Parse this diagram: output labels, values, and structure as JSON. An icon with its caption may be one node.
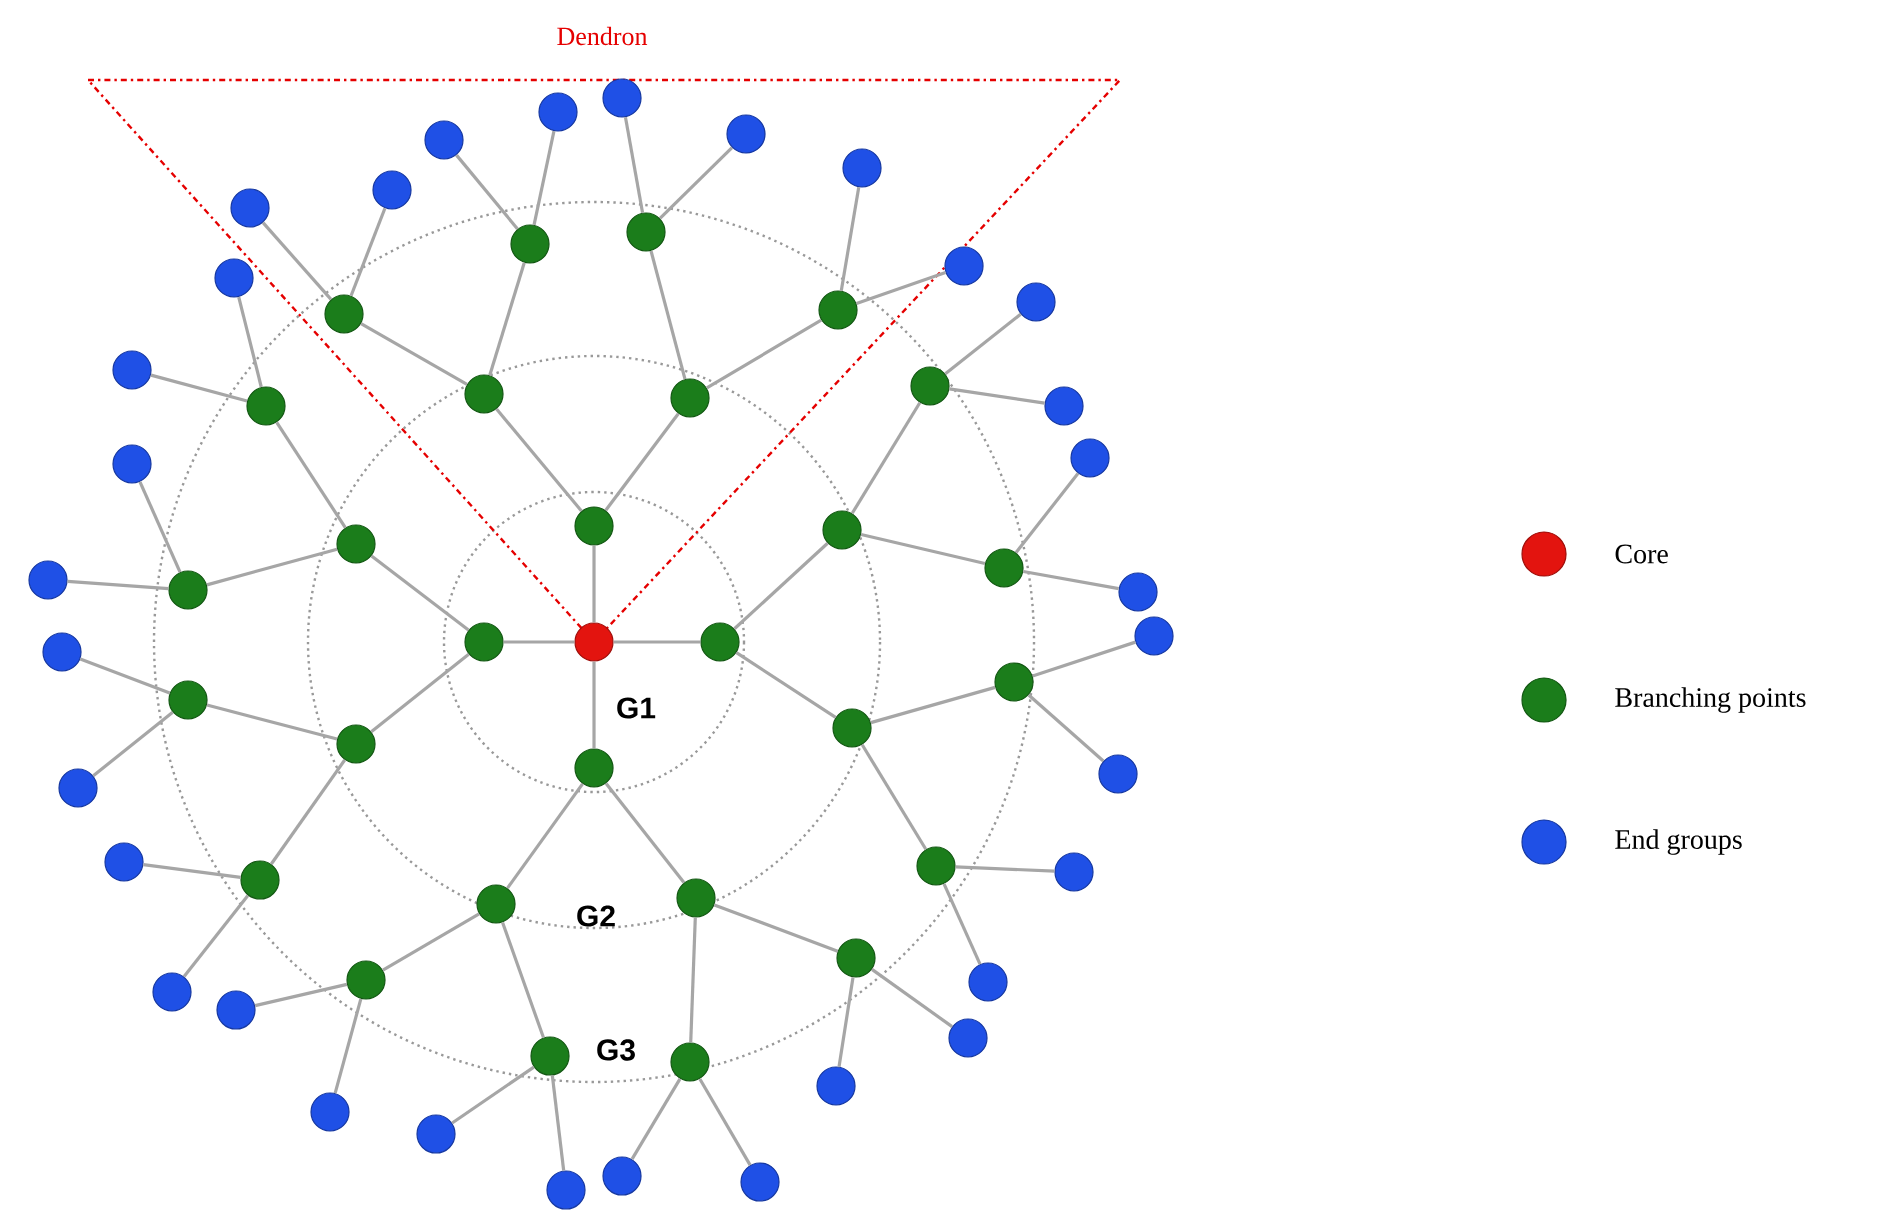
{
  "diagram": {
    "nodes": [
      {
        "text": [],
        "shape": "circle"
      },
      {
        "text": [],
        "shape": "circle"
      },
      {
        "text": [],
        "shape": "circle"
      },
      {
        "text": [],
        "shape": "circle"
      },
      {
        "text": [],
        "shape": "circle"
      },
      {
        "text": [],
        "shape": "circle"
      },
      {
        "text": [],
        "shape": "circle"
      },
      {
        "text": [],
        "shape": "circle"
      },
      {
        "text": [],
        "shape": "circle"
      },
      {
        "text": [],
        "shape": "circle"
      },
      {
        "text": [],
        "shape": "circle"
      },
      {
        "text": [],
        "shape": "circle"
      },
      {
        "text": [],
        "shape": "circle"
      },
      {
        "text": [],
        "shape": "circle"
      },
      {
        "text": [],
        "shape": "circle"
      },
      {
        "text": [],
        "shape": "circle"
      },
      {
        "text": [],
        "shape": "circle"
      },
      {
        "text": [],
        "shape": "circle"
      },
      {
        "text": [],
        "shape": "circle"
      },
      {
        "text": [],
        "shape": "circle"
      },
      {
        "text": [],
        "shape": "circle"
      },
      {
        "text": [],
        "shape": "circle"
      },
      {
        "text": [],
        "shape": "circle"
      },
      {
        "text": [],
        "shape": "circle"
      },
      {
        "text": [],
        "shape": "circle"
      },
      {
        "text": [],
        "shape": "circle"
      },
      {
        "text": [],
        "shape": "circle"
      },
      {
        "text": [],
        "shape": "circle"
      },
      {
        "text": [],
        "shape": "circle"
      },
      {
        "text": [],
        "shape": "circle"
      },
      {
        "text": [],
        "shape": "circle"
      },
      {
        "text": [],
        "shape": "circle"
      },
      {
        "text": [],
        "shape": "circle"
      },
      {
        "text": [],
        "shape": "circle"
      },
      {
        "text": [],
        "shape": "circle"
      },
      {
        "text": [],
        "shape": "circle"
      },
      {
        "text": [],
        "shape": "circle"
      },
      {
        "text": [],
        "shape": "circle"
      },
      {
        "text": [],
        "shape": "circle"
      },
      {
        "text": [],
        "shape": "circle"
      },
      {
        "text": [],
        "shape": "circle"
      },
      {
        "text": [],
        "shape": "circle"
      },
      {
        "text": [],
        "shape": "circle"
      },
      {
        "text": [],
        "shape": "circle"
      },
      {
        "text": [],
        "shape": "circle"
      },
      {
        "text": [],
        "shape": "circle"
      },
      {
        "text": [],
        "shape": "circle"
      },
      {
        "text": [],
        "shape": "circle"
      },
      {
        "text": [],
        "shape": "circle"
      },
      {
        "text": [],
        "shape": "circle"
      },
      {
        "text": [],
        "shape": "circle"
      },
      {
        "text": [],
        "shape": "circle"
      },
      {
        "text": [],
        "shape": "circle"
      },
      {
        "text": [],
        "shape": "circle"
      },
      {
        "text": [],
        "shape": "circle"
      },
      {
        "text": [],
        "shape": "circle"
      },
      {
        "text": [],
        "shape": "circle"
      },
      {
        "text": [],
        "shape": "circle"
      },
      {
        "text": [],
        "shape": "circle"
      },
      {
        "text": [],
        "shape": "circle"
      },
      {
        "text": [],
        "shape": "circle"
      }
    ],
    "edges": [
      {
        "from": 0,
        "to": 1,
        "arrow": "none"
      },
      {
        "from": 0,
        "to": 2,
        "arrow": "none"
      },
      {
        "from": 0,
        "to": 3,
        "arrow": "none"
      },
      {
        "from": 0,
        "to": 4,
        "arrow": "none"
      },
      {
        "from": 1,
        "to": 5,
        "arrow": "none"
      },
      {
        "from": 1,
        "to": 6,
        "arrow": "none"
      },
      {
        "from": 2,
        "to": 7,
        "arrow": "none"
      },
      {
        "from": 2,
        "to": 8,
        "arrow": "none"
      },
      {
        "from": 3,
        "to": 9,
        "arrow": "none"
      },
      {
        "from": 3,
        "to": 10,
        "arrow": "none"
      },
      {
        "from": 4,
        "to": 11,
        "arrow": "none"
      },
      {
        "from": 4,
        "to": 12,
        "arrow": "none"
      },
      {
        "from": 5,
        "to": 13,
        "arrow": "none"
      },
      {
        "from": 5,
        "to": 14,
        "arrow": "none"
      },
      {
        "from": 6,
        "to": 15,
        "arrow": "none"
      },
      {
        "from": 6,
        "to": 16,
        "arrow": "none"
      },
      {
        "from": 7,
        "to": 17,
        "arrow": "none"
      },
      {
        "from": 7,
        "to": 18,
        "arrow": "none"
      },
      {
        "from": 8,
        "to": 19,
        "arrow": "none"
      },
      {
        "from": 8,
        "to": 20,
        "arrow": "none"
      },
      {
        "from": 9,
        "to": 21,
        "arrow": "none"
      },
      {
        "from": 9,
        "to": 22,
        "arrow": "none"
      },
      {
        "from": 10,
        "to": 23,
        "arrow": "none"
      },
      {
        "from": 10,
        "to": 24,
        "arrow": "none"
      },
      {
        "from": 11,
        "to": 25,
        "arrow": "none"
      },
      {
        "from": 11,
        "to": 26,
        "arrow": "none"
      },
      {
        "from": 12,
        "to": 27,
        "arrow": "none"
      },
      {
        "from": 12,
        "to": 28,
        "arrow": "none"
      },
      {
        "from": 13,
        "to": 29,
        "arrow": "none"
      },
      {
        "from": 13,
        "to": 30,
        "arrow": "none"
      },
      {
        "from": 14,
        "to": 31,
        "arrow": "none"
      },
      {
        "from": 14,
        "to": 32,
        "arrow": "none"
      },
      {
        "from": 15,
        "to": 33,
        "arrow": "none"
      },
      {
        "from": 15,
        "to": 34,
        "arrow": "none"
      },
      {
        "from": 16,
        "to": 35,
        "arrow": "none"
      },
      {
        "from": 16,
        "to": 36,
        "arrow": "none"
      },
      {
        "from": 17,
        "to": 37,
        "arrow": "none"
      },
      {
        "from": 17,
        "to": 38,
        "arrow": "none"
      },
      {
        "from": 18,
        "to": 39,
        "arrow": "none"
      },
      {
        "from": 18,
        "to": 40,
        "arrow": "none"
      },
      {
        "from": 19,
        "to": 41,
        "arrow": "none"
      },
      {
        "from": 19,
        "to": 42,
        "arrow": "none"
      },
      {
        "from": 20,
        "to": 43,
        "arrow": "none"
      },
      {
        "from": 20,
        "to": 44,
        "arrow": "none"
      },
      {
        "from": 21,
        "to": 45,
        "arrow": "none"
      },
      {
        "from": 21,
        "to": 46,
        "arrow": "none"
      },
      {
        "from": 22,
        "to": 47,
        "arrow": "none"
      },
      {
        "from": 22,
        "to": 48,
        "arrow": "none"
      },
      {
        "from": 23,
        "to": 49,
        "arrow": "none"
      },
      {
        "from": 23,
        "to": 50,
        "arrow": "none"
      },
      {
        "from": 24,
        "to": 51,
        "arrow": "none"
      },
      {
        "from": 24,
        "to": 52,
        "arrow": "none"
      },
      {
        "from": 25,
        "to": 53,
        "arrow": "none"
      },
      {
        "from": 25,
        "to": 54,
        "arrow": "none"
      },
      {
        "from": 26,
        "to": 55,
        "arrow": "none"
      },
      {
        "from": 26,
        "to": 56,
        "arrow": "none"
      },
      {
        "from": 27,
        "to": 57,
        "arrow": "none"
      },
      {
        "from": 27,
        "to": 58,
        "arrow": "none"
      },
      {
        "from": 28,
        "to": 59,
        "arrow": "none"
      },
      {
        "from": 28,
        "to": 60,
        "arrow": "none"
      }
    ],
    "labels": [
      "Dendron",
      "G1",
      "G2",
      "G3"
    ],
    "legend": [
      {
        "text": "Core",
        "color": "#e3140f"
      },
      {
        "text": "Branching points",
        "color": "#1b7d1b"
      },
      {
        "text": "End groups",
        "color": "#1f50e6"
      }
    ]
  }
}
